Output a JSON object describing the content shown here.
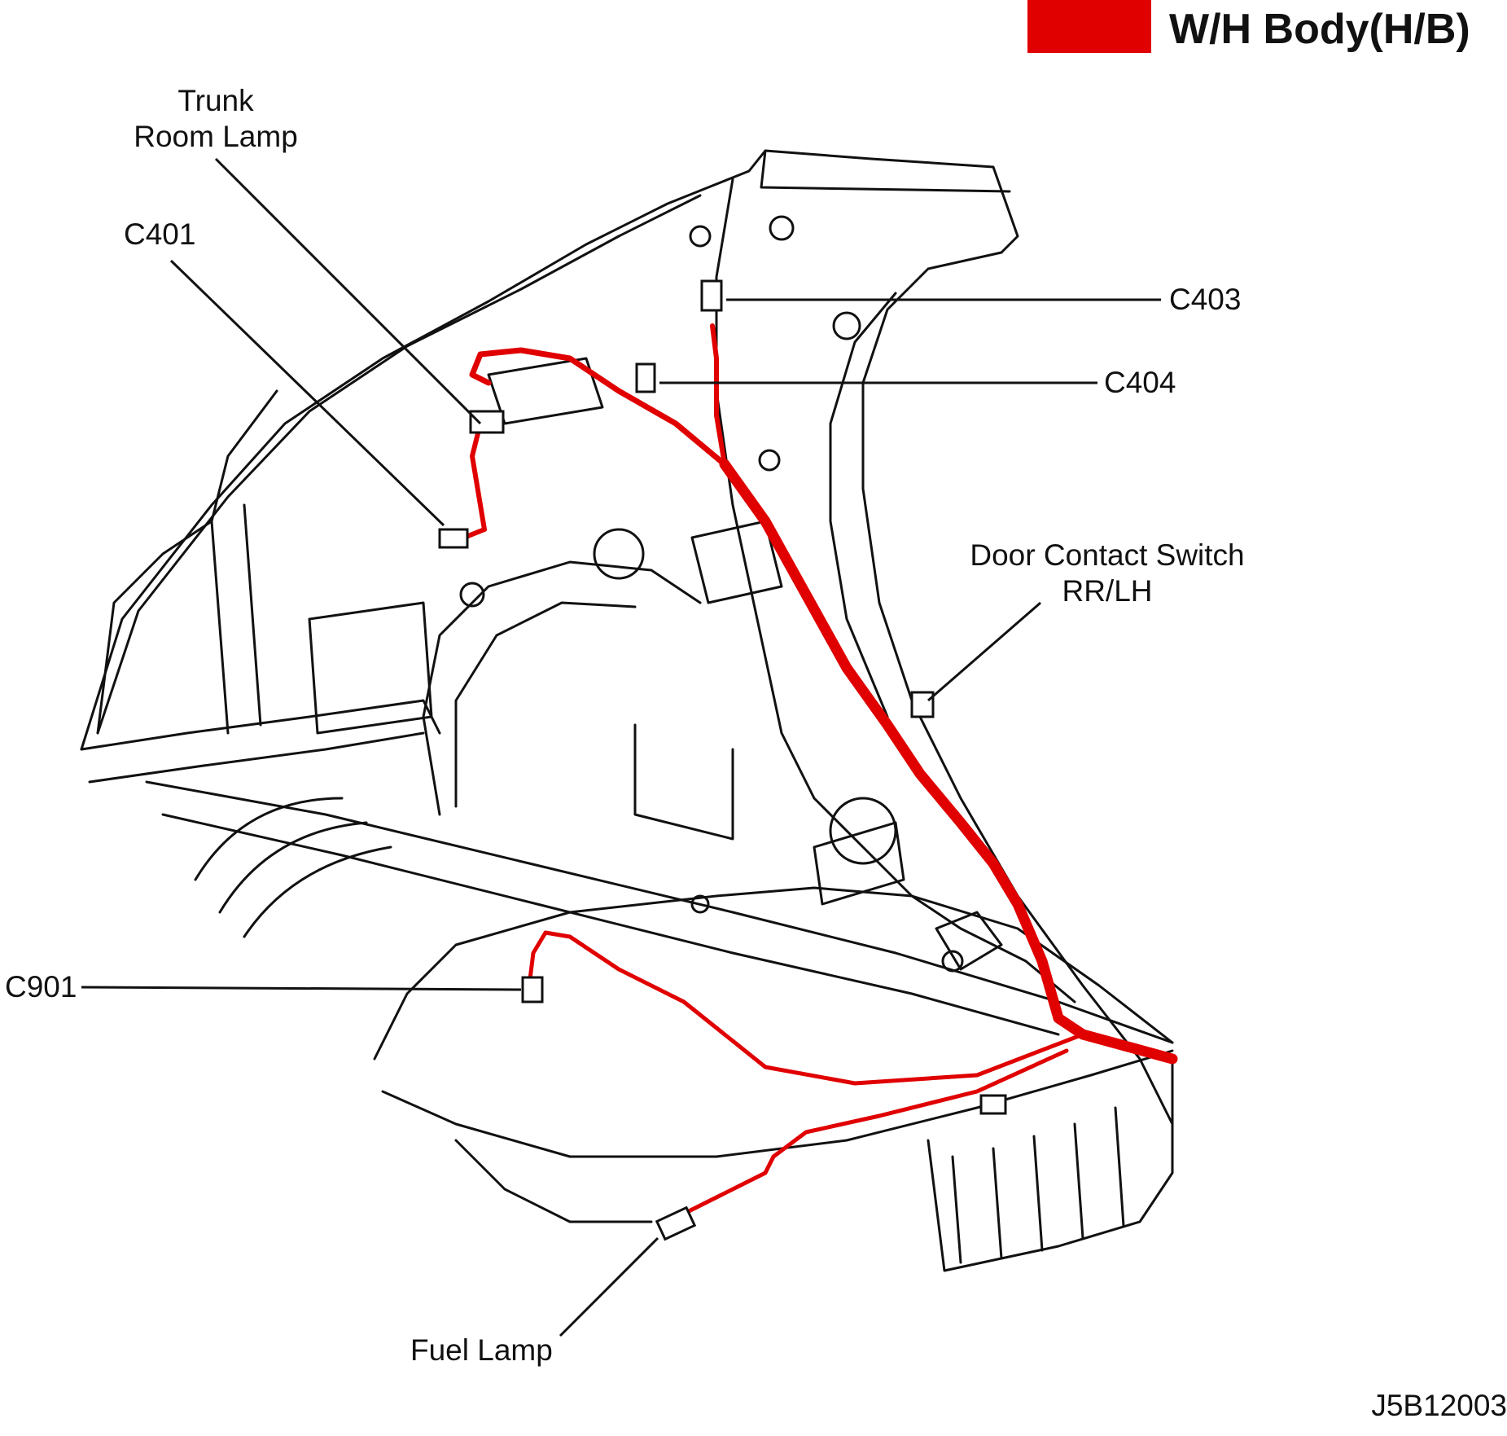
{
  "legend": {
    "label": "W/H Body(H/B)",
    "color": "#e00000"
  },
  "colors": {
    "harness": "#e00000",
    "outline": "#111111"
  },
  "callouts": {
    "trunk_room_lamp_1": "Trunk",
    "trunk_room_lamp_2": "Room Lamp",
    "c401": "C401",
    "c403": "C403",
    "c404": "C404",
    "door_contact_1": "Door Contact Switch",
    "door_contact_2": "RR/LH",
    "c901": "C901",
    "fuel_lamp": "Fuel Lamp"
  },
  "reference_code": "J5B12003"
}
